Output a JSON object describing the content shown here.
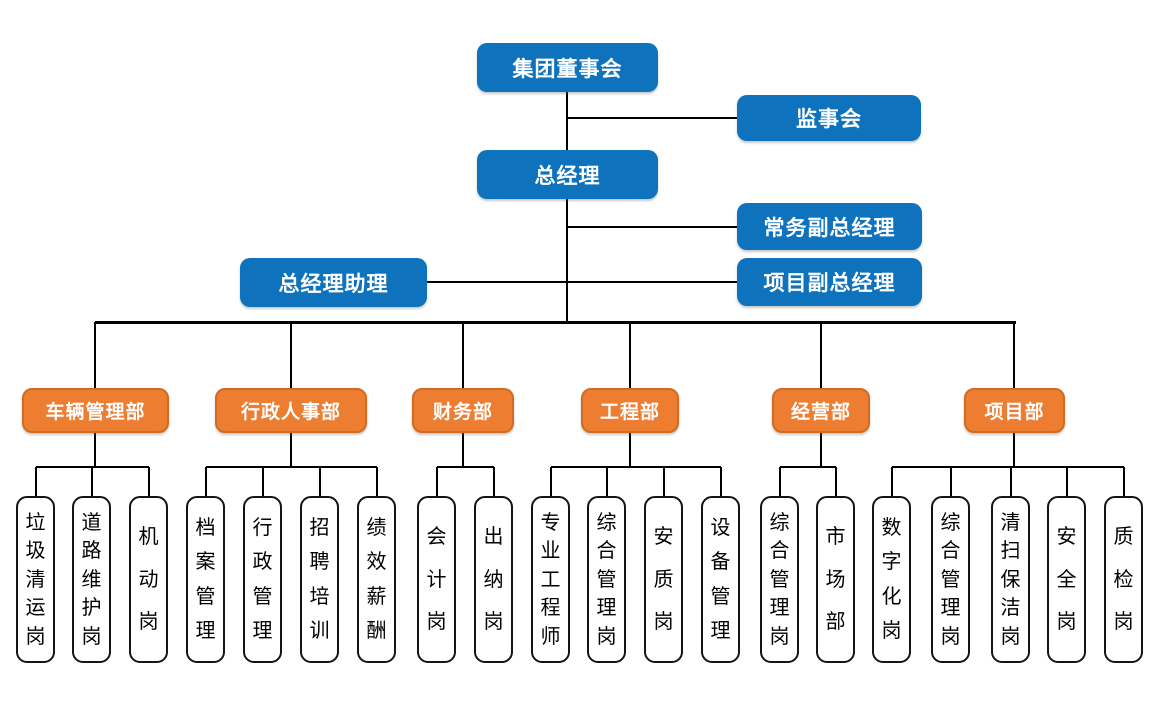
{
  "colors": {
    "executive_box": "#0F72BD",
    "department_box": "#ED7D31",
    "department_border": "#D26B21",
    "position_box_border": "#141414",
    "connector": "#000000",
    "text_on_color": "#FFFFFF",
    "position_text": "#000000"
  },
  "executive": {
    "board": "集团董事会",
    "supervisory": "监事会",
    "general_manager": "总经理",
    "executive_deputy_gm": "常务副总经理",
    "gm_assistant": "总经理助理",
    "project_deputy_gm": "项目副总经理"
  },
  "departments": [
    {
      "label": "车辆管理部",
      "children": [
        "垃圾清运岗",
        "道路维护岗",
        "机动岗"
      ]
    },
    {
      "label": "行政人事部",
      "children": [
        "档案管理",
        "行政管理",
        "招聘培训",
        "绩效薪酬"
      ]
    },
    {
      "label": "财务部",
      "children": [
        "会计岗",
        "出纳岗"
      ]
    },
    {
      "label": "工程部",
      "children": [
        "专业工程师",
        "综合管理岗",
        "安质岗",
        "设备管理"
      ]
    },
    {
      "label": "经营部",
      "children": [
        "综合管理岗",
        "市场部"
      ]
    },
    {
      "label": "项目部",
      "children": [
        "数字化岗",
        "综合管理岗",
        "清扫保洁岗",
        "安全岗",
        "质检岗"
      ]
    }
  ]
}
